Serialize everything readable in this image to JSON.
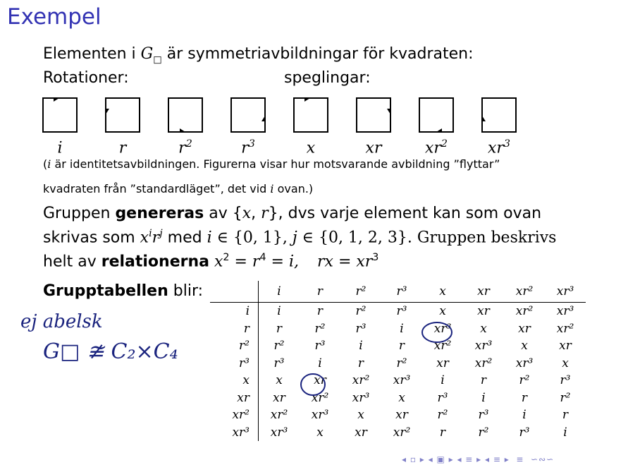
{
  "title": "Exempel",
  "intro": {
    "text_before": "Elementen i ",
    "group": "G",
    "group_sub": "□",
    "text_after": " är symmetriavbildningar för kvadraten:"
  },
  "labels": {
    "rotations": "Rotationer:",
    "reflections": "speglingar:"
  },
  "squares": [
    {
      "label": "i",
      "sup": ""
    },
    {
      "label": "r",
      "sup": ""
    },
    {
      "label": "r",
      "sup": "2"
    },
    {
      "label": "r",
      "sup": "3"
    },
    {
      "label": "x",
      "sup": ""
    },
    {
      "label": "xr",
      "sup": ""
    },
    {
      "label": "xr",
      "sup": "2"
    },
    {
      "label": "xr",
      "sup": "3"
    }
  ],
  "note": {
    "line1_i": "i",
    "line1": " är identitetsavbildningen. Figurerna visar hur motsvarande avbildning ”flyttar”",
    "line2_a": "kvadraten från ”standardläget”, det vid ",
    "line2_i": "i",
    "line2_b": " ovan.)"
  },
  "generated": {
    "p1a": "Gruppen ",
    "p1b": "genereras",
    "p1c": " av {",
    "p1d": "x",
    "p1e": ", ",
    "p1f": "r",
    "p1g": "}, dvs varje element kan som ovan",
    "p2a": "skrivas som ",
    "p2b": "x",
    "p2c": "i",
    "p2d": "r",
    "p2e": "j",
    "p2f": " med ",
    "p2g": "i",
    "p2h": " ∈ {0, 1}, ",
    "p2i": "j",
    "p2j": " ∈ {0, 1, 2, 3}. Gruppen beskrivs",
    "p3a": "helt av ",
    "p3b": "relationerna",
    "p3c": " x",
    "p3d": "2",
    "p3e": " = r",
    "p3f": "4",
    "p3g": " = i,",
    "p3h": "rx",
    "p3i": " = xr",
    "p3j": "3"
  },
  "table_caption": {
    "bold": "Grupptabellen",
    "rest": " blir:"
  },
  "table": {
    "header": [
      "i",
      "r",
      "r²",
      "r³",
      "x",
      "xr",
      "xr²",
      "xr³"
    ],
    "rows": [
      {
        "head": "i",
        "cells": [
          "i",
          "r",
          "r²",
          "r³",
          "x",
          "xr",
          "xr²",
          "xr³"
        ]
      },
      {
        "head": "r",
        "cells": [
          "r",
          "r²",
          "r³",
          "i",
          "xr³",
          "x",
          "xr",
          "xr²"
        ]
      },
      {
        "head": "r²",
        "cells": [
          "r²",
          "r³",
          "i",
          "r",
          "xr²",
          "xr³",
          "x",
          "xr"
        ]
      },
      {
        "head": "r³",
        "cells": [
          "r³",
          "i",
          "r",
          "r²",
          "xr",
          "xr²",
          "xr³",
          "x"
        ]
      },
      {
        "head": "x",
        "cells": [
          "x",
          "xr",
          "xr²",
          "xr³",
          "i",
          "r",
          "r²",
          "r³"
        ]
      },
      {
        "head": "xr",
        "cells": [
          "xr",
          "xr²",
          "xr³",
          "x",
          "r³",
          "i",
          "r",
          "r²"
        ]
      },
      {
        "head": "xr²",
        "cells": [
          "xr²",
          "xr³",
          "x",
          "xr",
          "r²",
          "r³",
          "i",
          "r"
        ]
      },
      {
        "head": "xr³",
        "cells": [
          "xr³",
          "x",
          "xr",
          "xr²",
          "r",
          "r²",
          "r³",
          "i"
        ]
      }
    ]
  },
  "handwriting": {
    "line1": "ej abelsk",
    "line2": "G□ ≇ C₂×C₄"
  },
  "colors": {
    "title": "#3333b3",
    "ink": "#1a237e"
  }
}
